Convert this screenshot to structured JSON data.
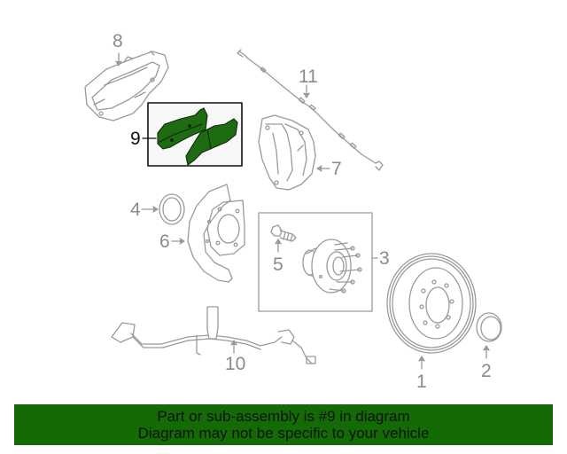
{
  "diagram": {
    "highlighted_part": "9",
    "highlight_color": "#1f6b12",
    "line_color": "#9a9a9a",
    "callouts": [
      {
        "id": "1",
        "label": "1",
        "part": "rotor"
      },
      {
        "id": "2",
        "label": "2",
        "part": "hub-cap"
      },
      {
        "id": "3",
        "label": "3",
        "part": "hub-assembly"
      },
      {
        "id": "4",
        "label": "4",
        "part": "seal"
      },
      {
        "id": "5",
        "label": "5",
        "part": "wheel-stud"
      },
      {
        "id": "6",
        "label": "6",
        "part": "splash-shield"
      },
      {
        "id": "7",
        "label": "7",
        "part": "caliper"
      },
      {
        "id": "8",
        "label": "8",
        "part": "caliper-bracket"
      },
      {
        "id": "9",
        "label": "9",
        "part": "brake-pads"
      },
      {
        "id": "10",
        "label": "10",
        "part": "abs-sensor-harness"
      },
      {
        "id": "11",
        "label": "11",
        "part": "wear-sensor"
      }
    ]
  },
  "banner": {
    "line1": "Part or sub-assembly is #9 in diagram",
    "line2": "Diagram may not be specific to your vehicle",
    "background": "#146b06"
  }
}
